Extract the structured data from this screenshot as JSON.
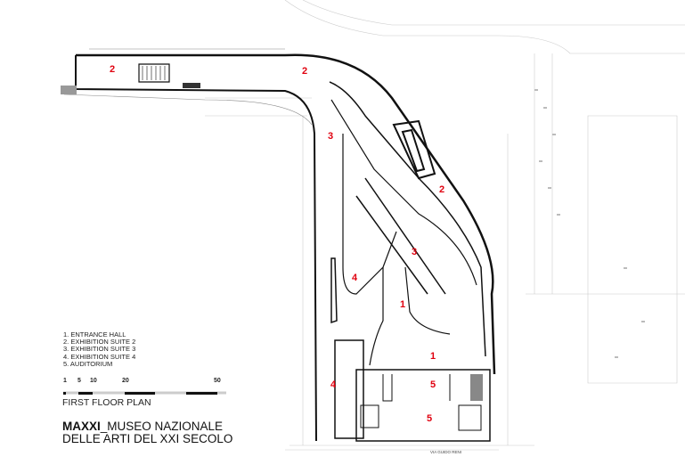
{
  "plan": {
    "room_labels": [
      "2",
      "2",
      "3",
      "2",
      "3",
      "4",
      "1",
      "1",
      "4",
      "5",
      "5"
    ],
    "street": "VIA GUIDO RENI",
    "label_color": "#e0000f"
  },
  "legend": {
    "items": [
      "1. ENTRANCE HALL",
      "2. EXHIBITION SUITE 2",
      "3. EXHIBITION SUITE 3",
      "4. EXHIBITION SUITE 4",
      "5. AUDITORIUM"
    ]
  },
  "scale": {
    "ticks": [
      "1",
      "5",
      "10",
      "20",
      "50"
    ]
  },
  "plan_title": "FIRST FLOOR PLAN",
  "title": {
    "brand": "MAXXI",
    "line1": "_MUSEO NAZIONALE",
    "line2": "DELLE ARTI DEL XXI SECOLO"
  }
}
